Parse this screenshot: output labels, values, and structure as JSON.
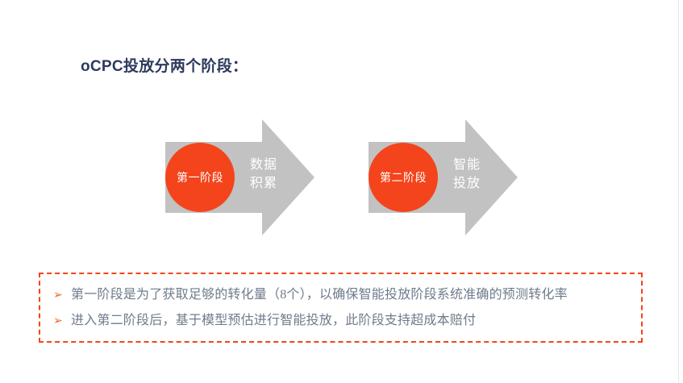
{
  "slide": {
    "title": "oCPC投放分两个阶段：",
    "background_color": "#ffffff",
    "accent_color": "#f4441c",
    "arrow_color": "#c2c2c2",
    "title_color": "#2d3a5e",
    "note_text_color": "#6f7b8c"
  },
  "diagram": {
    "stages": [
      {
        "circle_label": "第一阶段",
        "arrow_label_line1": "数据",
        "arrow_label_line2": "积累"
      },
      {
        "circle_label": "第二阶段",
        "arrow_label_line1": "智能",
        "arrow_label_line2": "投放"
      }
    ]
  },
  "notes": {
    "bullet_glyph": "➢",
    "items": [
      "第一阶段是为了获取足够的转化量（8个），以确保智能投放阶段系统准确的预测转化率",
      "进入第二阶段后，基于模型预估进行智能投放，此阶段支持超成本赔付"
    ]
  }
}
